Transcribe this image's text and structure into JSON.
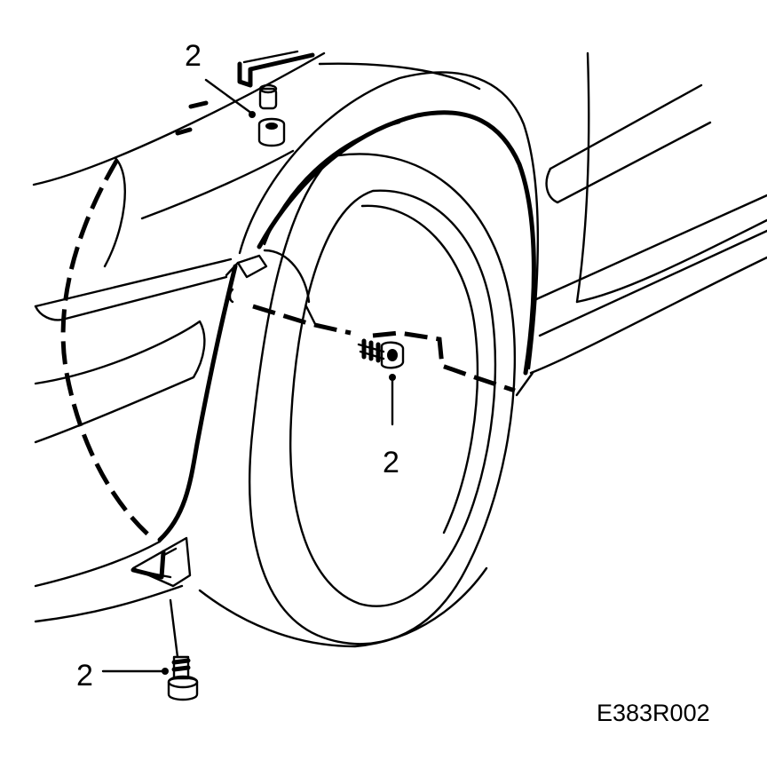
{
  "diagram": {
    "callouts": [
      {
        "id": "top",
        "label": "2"
      },
      {
        "id": "wheel-bolt",
        "label": "2"
      },
      {
        "id": "lower-bolt",
        "label": "2"
      }
    ],
    "figure_reference": "E383R002"
  }
}
